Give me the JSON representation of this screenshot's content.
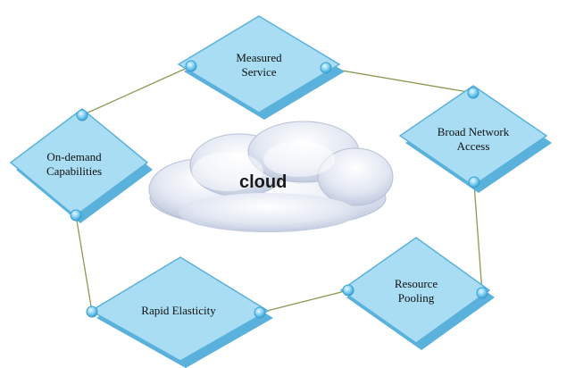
{
  "diagram": {
    "center": {
      "label": "cloud"
    },
    "nodes": [
      {
        "id": "measured-service",
        "label": "Measured\nService"
      },
      {
        "id": "broad-network-access",
        "label": "Broad Network\nAccess"
      },
      {
        "id": "resource-pooling",
        "label": "Resource\nPooling"
      },
      {
        "id": "rapid-elasticity",
        "label": "Rapid Elasticity"
      },
      {
        "id": "on-demand-capabilities",
        "label": "On-demand\nCapabilities"
      }
    ],
    "colors": {
      "diamond_top": "#a9ddf3",
      "diamond_side": "#6fc3e8",
      "diamond_edge": "#5ab2dc",
      "connector": "#8a9a55",
      "cloud_light": "#eef1f8",
      "cloud_dark": "#c3cbe0"
    }
  }
}
